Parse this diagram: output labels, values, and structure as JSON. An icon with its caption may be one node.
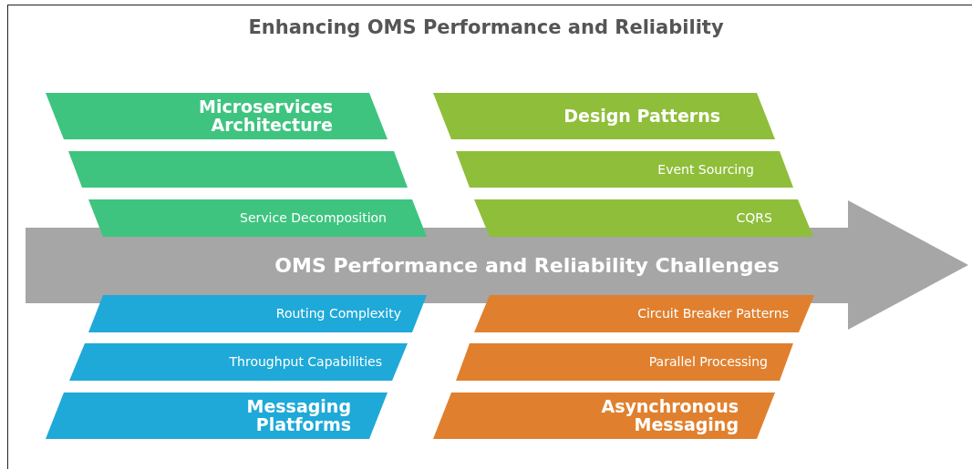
{
  "diagram": {
    "title": "Enhancing OMS Performance and Reliability",
    "nodes": [
      {
        "text": [
          "OMS Performance and Reliability Challenges"
        ]
      },
      {
        "text": [
          "Microservices Architecture"
        ]
      },
      {
        "text": [],
        "shape": "box"
      },
      {
        "text": [
          "Service Decomposition"
        ]
      },
      {
        "text": [
          "Design Patterns"
        ]
      },
      {
        "text": [
          "Event Sourcing"
        ]
      },
      {
        "text": [
          "CQRS"
        ]
      },
      {
        "text": [
          "Routing Complexity"
        ]
      },
      {
        "text": [
          "Throughput Capabilities"
        ]
      },
      {
        "text": [
          "Messaging Platforms"
        ]
      },
      {
        "text": [
          "Circuit Breaker Patterns"
        ]
      },
      {
        "text": [
          "Parallel Processing"
        ]
      },
      {
        "text": [
          "Asynchronous Messaging"
        ]
      }
    ],
    "edges": []
  }
}
